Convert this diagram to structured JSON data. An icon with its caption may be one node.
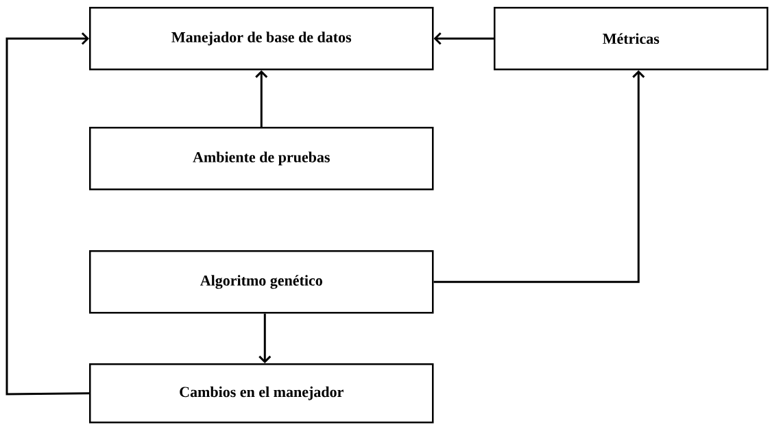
{
  "diagram": {
    "nodes": [
      {
        "text": [
          "Manejador de base de datos"
        ]
      },
      {
        "text": [
          "Métricas"
        ]
      },
      {
        "text": [
          "Ambiente de pruebas"
        ]
      },
      {
        "text": [
          "Algoritmo genético"
        ]
      },
      {
        "text": [
          "Cambios en el manejador"
        ]
      }
    ],
    "edges": [
      {
        "from": 1,
        "to": 0,
        "arrow": "to"
      },
      {
        "from": 2,
        "to": 0,
        "arrow": "to"
      },
      {
        "from": 3,
        "to": 1,
        "arrow": "to"
      },
      {
        "from": 3,
        "to": 4,
        "arrow": "to"
      },
      {
        "from": 4,
        "to": 0,
        "arrow": "to"
      }
    ]
  }
}
